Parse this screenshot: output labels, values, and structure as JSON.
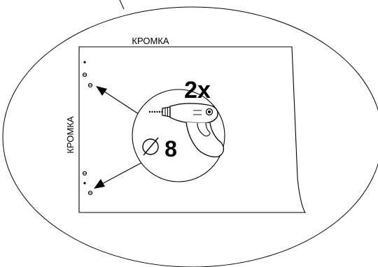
{
  "diagram": {
    "top_edge_label": "КРОМКА",
    "side_edge_label": "КРОМКА",
    "quantity_label": "2x",
    "diameter_value": "8",
    "line_color": "#000000",
    "background_color": "#ffffff",
    "icons": [
      "drill-icon",
      "diameter-symbol-icon"
    ]
  }
}
